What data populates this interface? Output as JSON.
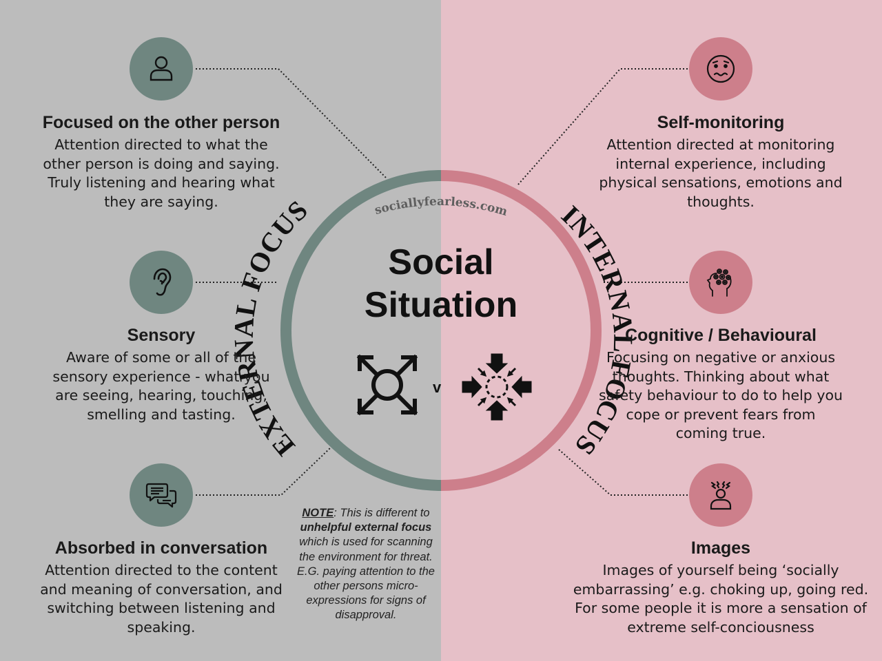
{
  "center": {
    "title_line1": "Social",
    "title_line2": "Situation",
    "vs_label": "v",
    "website": "sociallyfearless.com",
    "left_arc_label": "EXTERNAL FOCUS",
    "right_arc_label": "INTERNAL FOCUS"
  },
  "external": [
    {
      "icon": "person-icon",
      "title": "Focused on the other person",
      "lines": [
        "Attention directed to what the",
        "other person is doing and saying.",
        "Truly listening and hearing what",
        "they are saying."
      ]
    },
    {
      "icon": "ear-icon",
      "title": "Sensory",
      "lines": [
        "Aware of some or all of the",
        "sensory experience - what you",
        "are seeing, hearing, touching,",
        "smelling and tasting."
      ]
    },
    {
      "icon": "chat-bubbles-icon",
      "title": "Absorbed in conversation",
      "lines": [
        "Attention directed to the content",
        "and meaning of conversation, and",
        "switching between listening and",
        "speaking."
      ]
    }
  ],
  "internal": [
    {
      "icon": "worried-face-icon",
      "title": "Self-monitoring",
      "lines": [
        "Attention directed at monitoring",
        "internal experience, including",
        "physical sensations, emotions and",
        "thoughts."
      ]
    },
    {
      "icon": "head-spirals-icon",
      "title": "Cognitive / Behavioural",
      "lines": [
        "Focusing on negative or anxious",
        "thoughts. Thinking about what",
        "safety behaviour to do to help you",
        "cope or prevent fears from",
        "coming true."
      ]
    },
    {
      "icon": "stressed-person-icon",
      "title": "Images",
      "lines": [
        "Images of yourself being ‘socially",
        "embarrassing’ e.g. choking up, going red.",
        "For some people it is more a sensation of",
        "extreme self-conciousness"
      ]
    }
  ],
  "note": {
    "label": "NOTE",
    "text1": ": This is different to ",
    "bold": "unhelpful external focus",
    "text2": " which is used for scanning the environment for threat. E.G. paying attention to the other persons micro-expressions for signs of disapproval."
  },
  "colors": {
    "left_bg": "#bcbcbc",
    "right_bg": "#e6c0c8",
    "green_accent": "#6f8680",
    "pink_accent": "#cd7f8b"
  }
}
